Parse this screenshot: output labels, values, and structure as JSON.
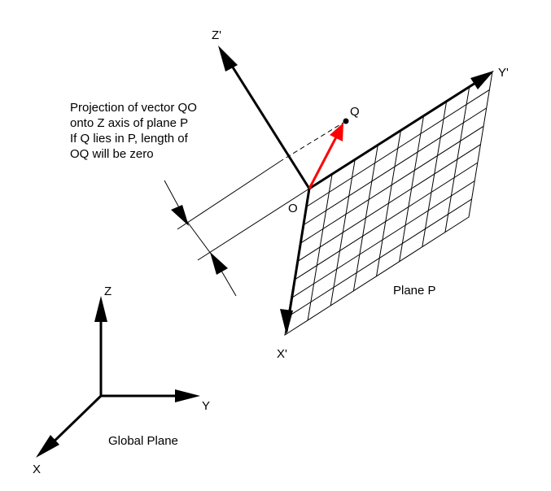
{
  "labels": {
    "z_prime": "Z'",
    "y_prime": "Y'",
    "x_prime": "X'",
    "q": "Q",
    "o": "O",
    "plane_p": "Plane P",
    "global_z": "Z",
    "global_y": "Y",
    "global_x": "X",
    "global_plane": "Global Plane"
  },
  "annotation": [
    "Projection of vector QO",
    "onto Z axis of plane P",
    "If Q lies in P, length of",
    "OQ will be zero"
  ],
  "colors": {
    "vector_oq": "#ff0000",
    "lines": "#000000"
  }
}
